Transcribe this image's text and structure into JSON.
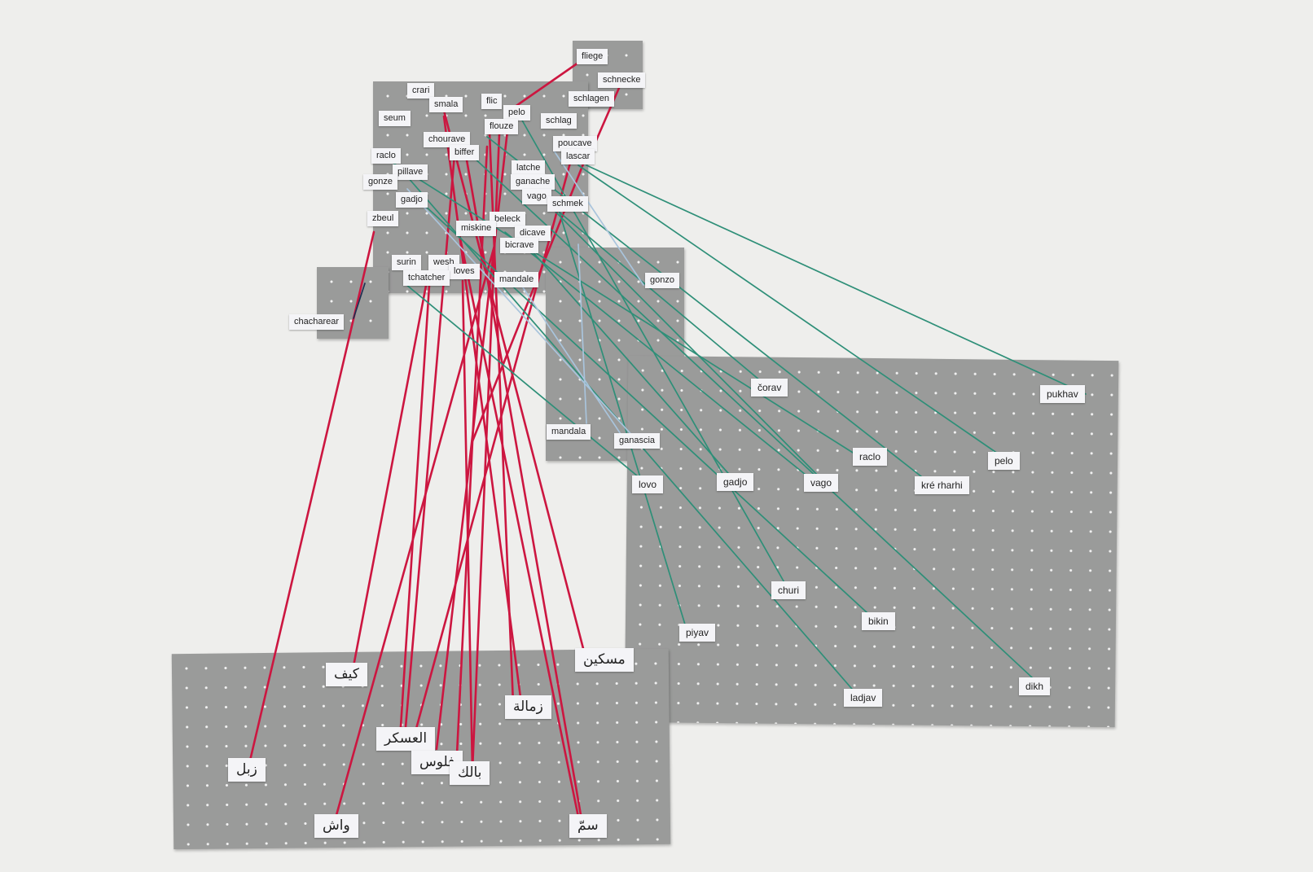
{
  "colors": {
    "background": "#eeeeec",
    "board": "#9a9b9a",
    "thread_red": "#cc1640",
    "thread_green": "#2e8f78",
    "thread_blue": "#a9c4dc",
    "thread_navy": "#1f2f52"
  },
  "labels": [
    {
      "id": "fliege",
      "text": "fliege",
      "size": "small"
    },
    {
      "id": "schnecke",
      "text": "schnecke",
      "size": "small"
    },
    {
      "id": "crari",
      "text": "crari",
      "size": "small"
    },
    {
      "id": "schlagen",
      "text": "schlagen",
      "size": "small"
    },
    {
      "id": "smala",
      "text": "smala",
      "size": "small"
    },
    {
      "id": "flic",
      "text": "flic",
      "size": "small"
    },
    {
      "id": "pelo_top",
      "text": "pelo",
      "size": "small"
    },
    {
      "id": "seum",
      "text": "seum",
      "size": "small"
    },
    {
      "id": "schlag",
      "text": "schlag",
      "size": "small"
    },
    {
      "id": "flouze",
      "text": "flouze",
      "size": "small"
    },
    {
      "id": "chourave",
      "text": "chourave",
      "size": "small"
    },
    {
      "id": "poucave",
      "text": "poucave",
      "size": "small"
    },
    {
      "id": "biffer",
      "text": "biffer",
      "size": "small"
    },
    {
      "id": "lascar",
      "text": "lascar",
      "size": "small"
    },
    {
      "id": "raclo_top",
      "text": "raclo",
      "size": "small"
    },
    {
      "id": "latche",
      "text": "latche",
      "size": "small"
    },
    {
      "id": "pillave",
      "text": "pillave",
      "size": "small"
    },
    {
      "id": "ganache",
      "text": "ganache",
      "size": "small"
    },
    {
      "id": "gonze",
      "text": "gonze",
      "size": "small"
    },
    {
      "id": "vago_top",
      "text": "vago",
      "size": "small"
    },
    {
      "id": "gadjo_top",
      "text": "gadjo",
      "size": "small"
    },
    {
      "id": "schmek",
      "text": "schmek",
      "size": "small"
    },
    {
      "id": "zbeul",
      "text": "zbeul",
      "size": "small"
    },
    {
      "id": "beleck",
      "text": "beleck",
      "size": "small"
    },
    {
      "id": "miskine",
      "text": "miskine",
      "size": "small"
    },
    {
      "id": "dicave",
      "text": "dicave",
      "size": "small"
    },
    {
      "id": "bicrave",
      "text": "bicrave",
      "size": "small"
    },
    {
      "id": "wesh",
      "text": "wesh",
      "size": "small"
    },
    {
      "id": "surin",
      "text": "surin",
      "size": "small"
    },
    {
      "id": "loves",
      "text": "loves",
      "size": "small"
    },
    {
      "id": "tchatcher",
      "text": "tchatcher",
      "size": "small"
    },
    {
      "id": "mandale",
      "text": "mandale",
      "size": "small"
    },
    {
      "id": "gonzo",
      "text": "gonzo",
      "size": "small"
    },
    {
      "id": "chacharear",
      "text": "chacharear",
      "size": "small"
    },
    {
      "id": "mandala",
      "text": "mandala",
      "size": "small"
    },
    {
      "id": "ganascia",
      "text": "ganascia",
      "size": "small"
    },
    {
      "id": "corav",
      "text": "čorav",
      "size": "mid"
    },
    {
      "id": "pukhav",
      "text": "pukhav",
      "size": "mid"
    },
    {
      "id": "raclo_r",
      "text": "raclo",
      "size": "mid"
    },
    {
      "id": "pelo_r",
      "text": "pelo",
      "size": "mid"
    },
    {
      "id": "lovo",
      "text": "lovo",
      "size": "mid"
    },
    {
      "id": "gadjo_r",
      "text": "gadjo",
      "size": "mid"
    },
    {
      "id": "vago_r",
      "text": "vago",
      "size": "mid"
    },
    {
      "id": "kre_rharhi",
      "text": "kré rharhi",
      "size": "mid"
    },
    {
      "id": "churi",
      "text": "churi",
      "size": "mid"
    },
    {
      "id": "bikin",
      "text": "bikin",
      "size": "mid"
    },
    {
      "id": "piyav",
      "text": "piyav",
      "size": "mid"
    },
    {
      "id": "ladjav",
      "text": "ladjav",
      "size": "mid"
    },
    {
      "id": "dikh",
      "text": "dikh",
      "size": "mid"
    },
    {
      "id": "miskin_ar",
      "text": "مسكين",
      "size": "ar"
    },
    {
      "id": "kif_ar",
      "text": "كيف",
      "size": "ar"
    },
    {
      "id": "zamala_ar",
      "text": "زمالة",
      "size": "ar"
    },
    {
      "id": "askar_ar",
      "text": "العسكر",
      "size": "ar"
    },
    {
      "id": "flous_ar",
      "text": "فلوس",
      "size": "ar"
    },
    {
      "id": "balek_ar",
      "text": "بالك",
      "size": "ar"
    },
    {
      "id": "zbel_ar",
      "text": "زبل",
      "size": "ar"
    },
    {
      "id": "wash_ar",
      "text": "واش",
      "size": "ar"
    },
    {
      "id": "sam_ar",
      "text": "سمّ",
      "size": "ar"
    }
  ]
}
